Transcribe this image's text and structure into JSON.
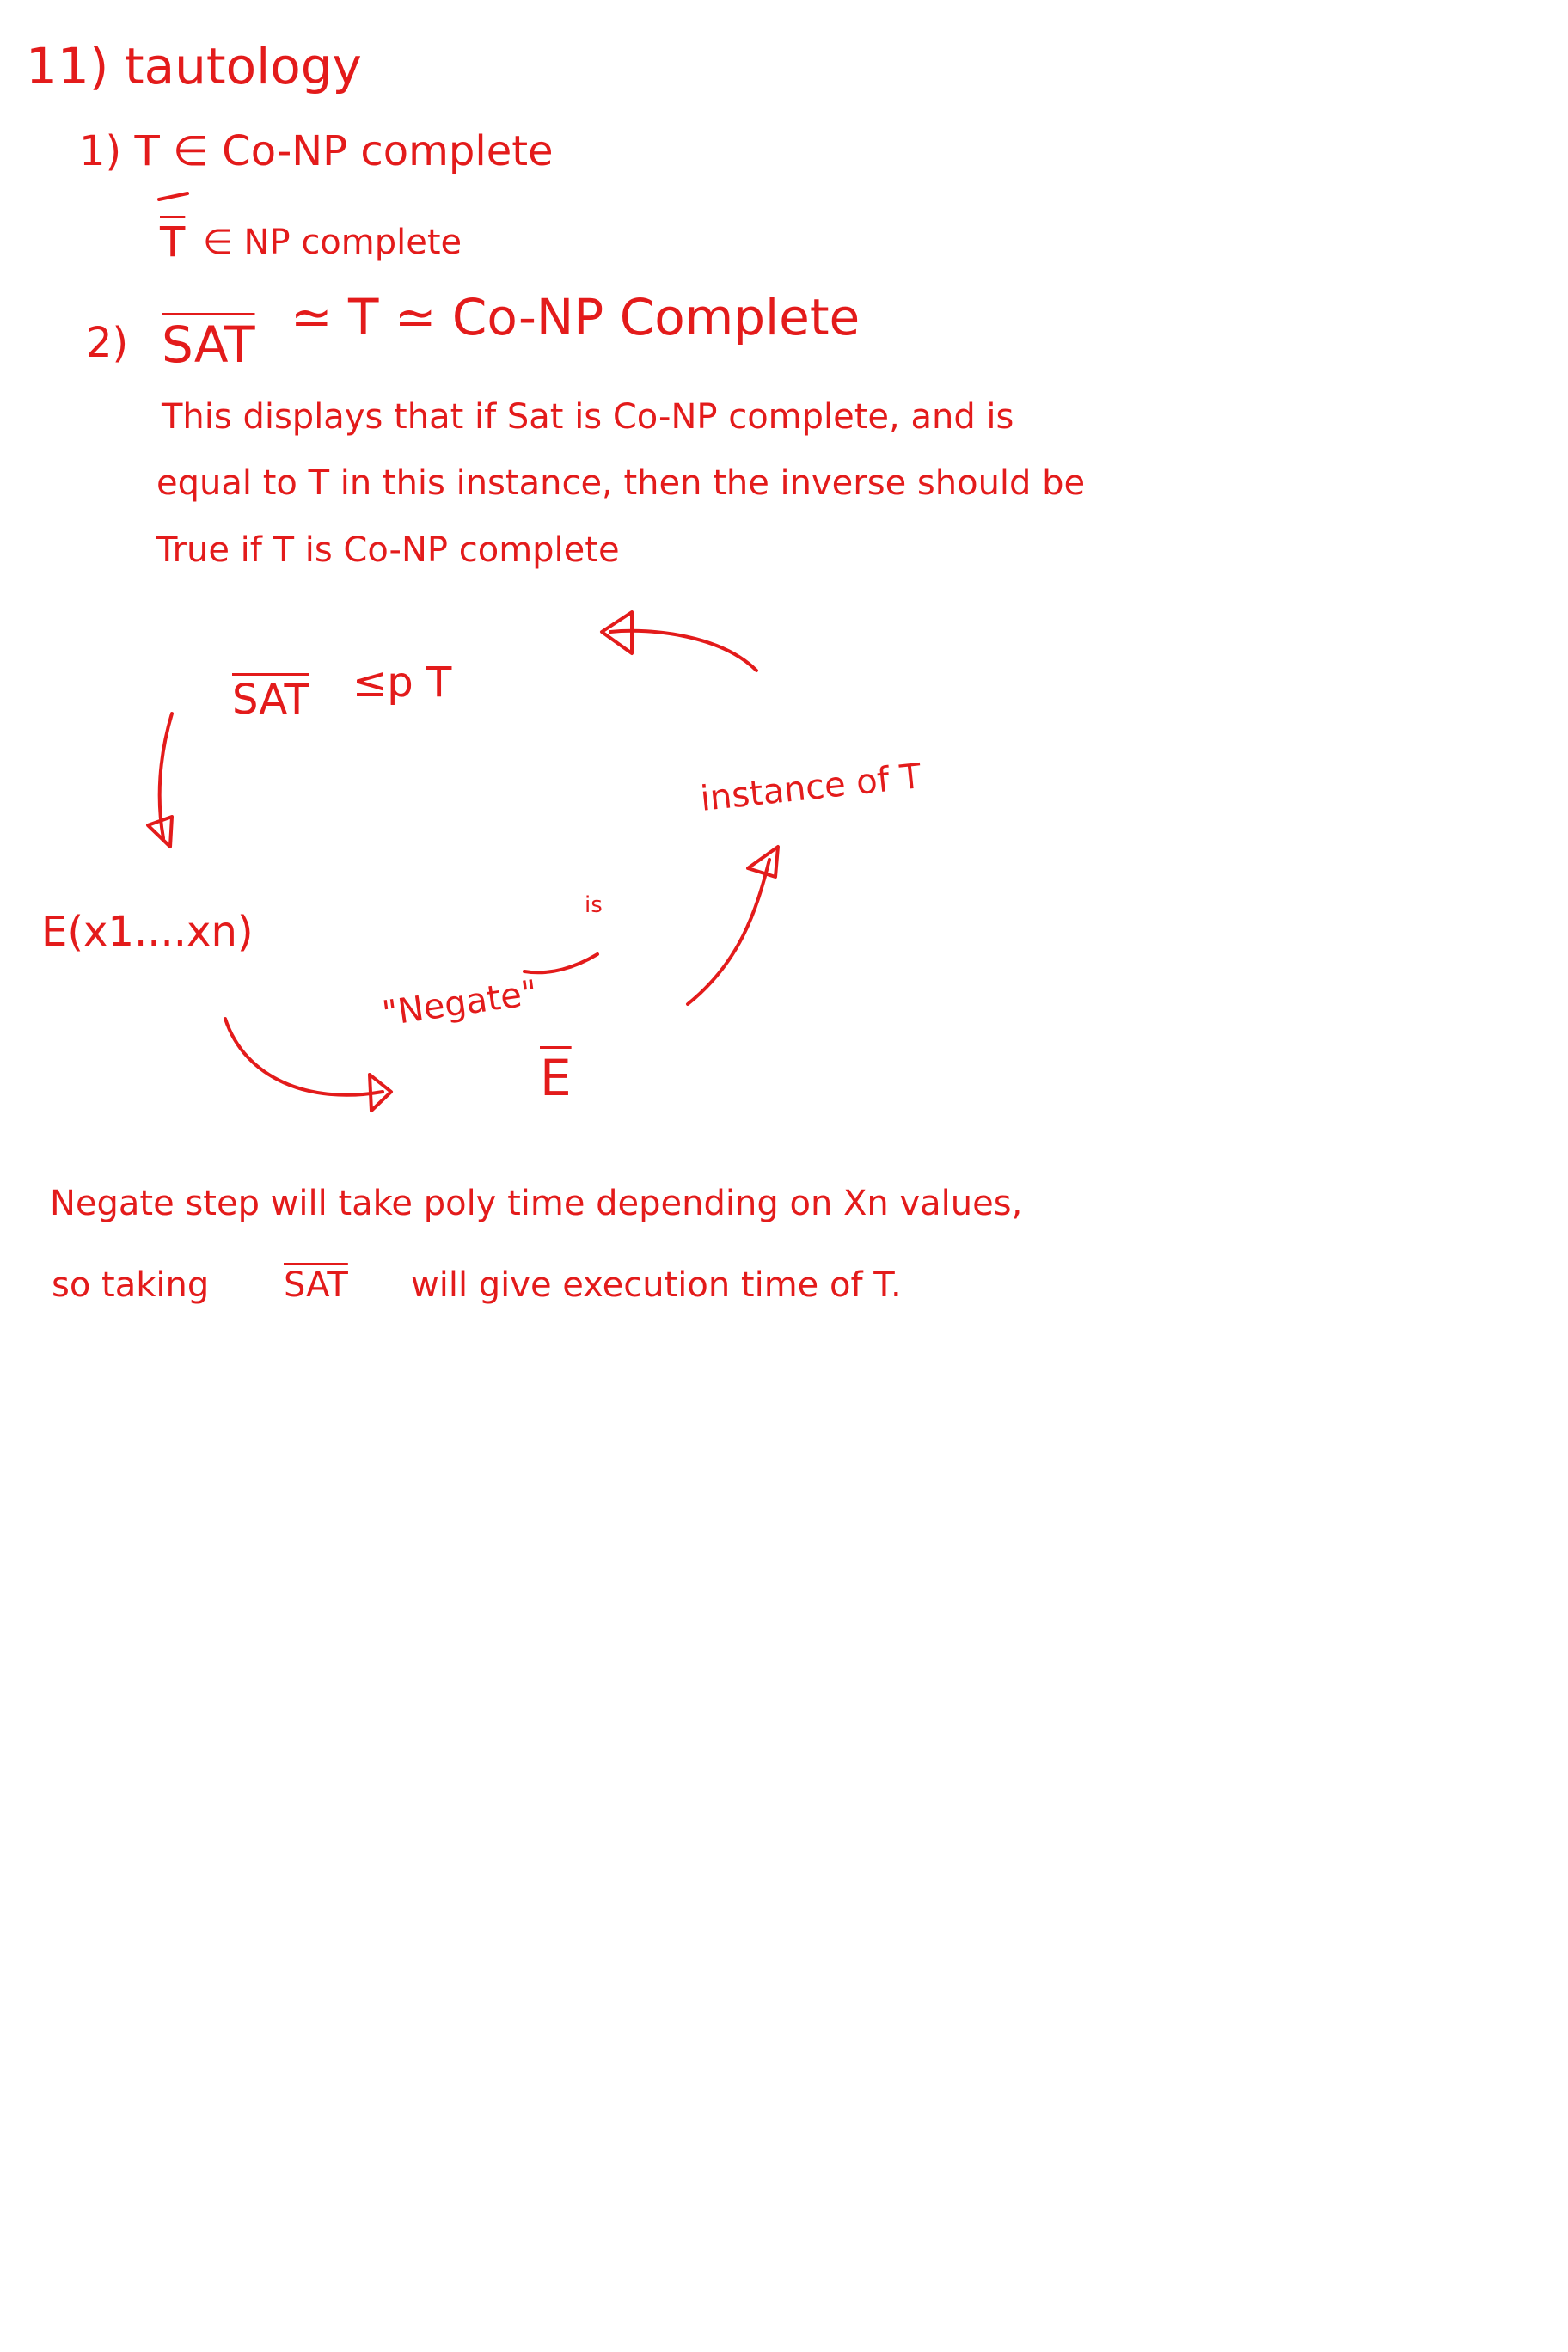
{
  "document": {
    "ink_color": "#e31b1b",
    "background": "#ffffff",
    "heading": "11) tautology",
    "part1": {
      "line1": "1) T ∈ Co-NP complete",
      "line2_symbol": "T",
      "line2_text": "∈ NP complete"
    },
    "part2": {
      "number": "2)",
      "sat_symbol": "SAT",
      "relation": "≃ T ≃ Co-NP Complete",
      "explanation_line1": "This displays that if Sat is Co-NP complete, and is",
      "explanation_line2": "equal to T in this instance, then the inverse should be",
      "explanation_line3": "True if T is Co-NP complete"
    },
    "diagram": {
      "reduction_sat": "SAT",
      "reduction_rel": "≤p T",
      "formula": "E(x1....xn)",
      "negate_quote": "\"Negate\"",
      "negate_small": "is",
      "negate_symbol": "E",
      "instance_label": "instance of T"
    },
    "conclusion": {
      "line1": "Negate step will take poly time depending on Xn values,",
      "line2_prefix": "so taking",
      "line2_sat": "SAT",
      "line2_suffix": "will give execution time of T."
    }
  }
}
